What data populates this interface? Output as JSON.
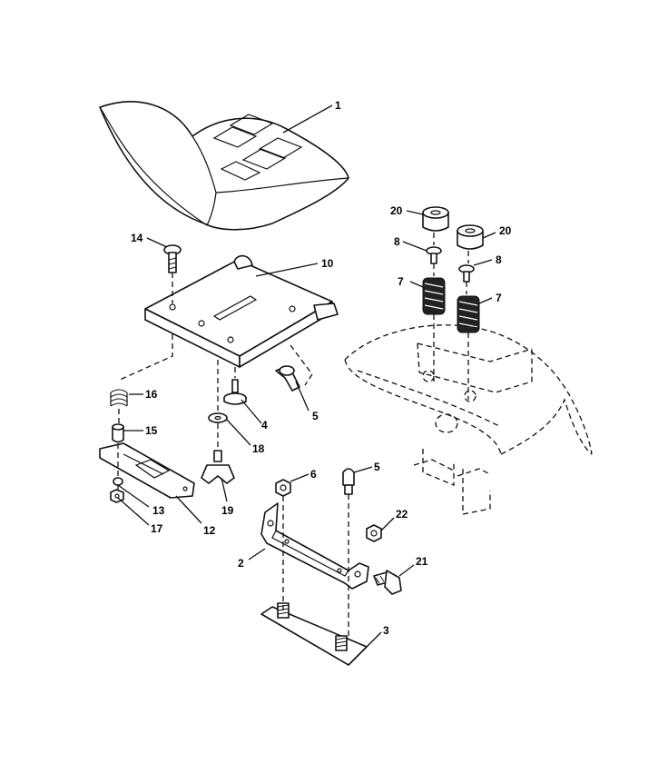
{
  "labels": {
    "seat": "1",
    "seat_support": "2",
    "seat_spring_plate": "3",
    "washer_4": "4",
    "clip_5a": "5",
    "clip_5b": "5",
    "nut_6": "6",
    "spring_7a": "7",
    "spring_7b": "7",
    "screw_8a": "8",
    "screw_8b": "8",
    "seat_pan": "10",
    "slide_rail": "12",
    "washer_13": "13",
    "bolt_14": "14",
    "spacer_15": "15",
    "spring_16": "16",
    "nut_17": "17",
    "washer_18": "18",
    "knob_19": "19",
    "bumper_20a": "20",
    "bumper_20b": "20",
    "bolt_21": "21",
    "nut_22": "22"
  }
}
